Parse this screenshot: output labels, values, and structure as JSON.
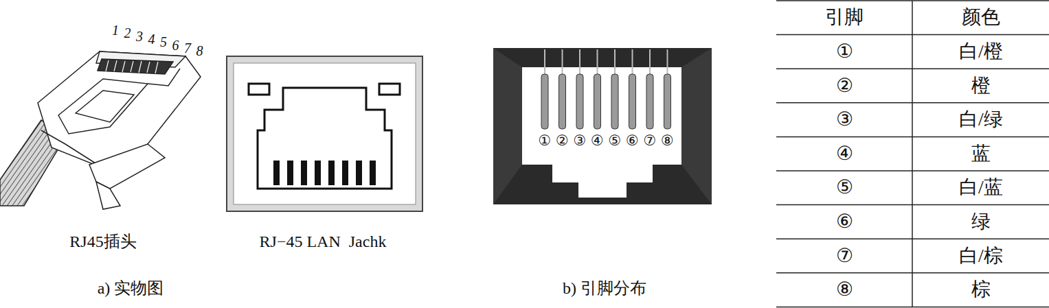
{
  "diagram": {
    "labels": [
      "1",
      "2",
      "3",
      "4",
      "5",
      "6",
      "7",
      "8",
      "RJ45插头",
      "RJ−45 LAN  Jachk",
      "a) 实物图",
      "①",
      "②",
      "③",
      "④",
      "⑤",
      "⑥",
      "⑦",
      "⑧",
      "b) 引脚分布",
      "引脚",
      "颜色",
      "①",
      "白/橙",
      "②",
      "橙",
      "③",
      "白/绿",
      "④",
      "蓝",
      "⑤",
      "白/蓝",
      "⑥",
      "绿",
      "⑦",
      "白/棕",
      "⑧",
      "棕"
    ]
  }
}
